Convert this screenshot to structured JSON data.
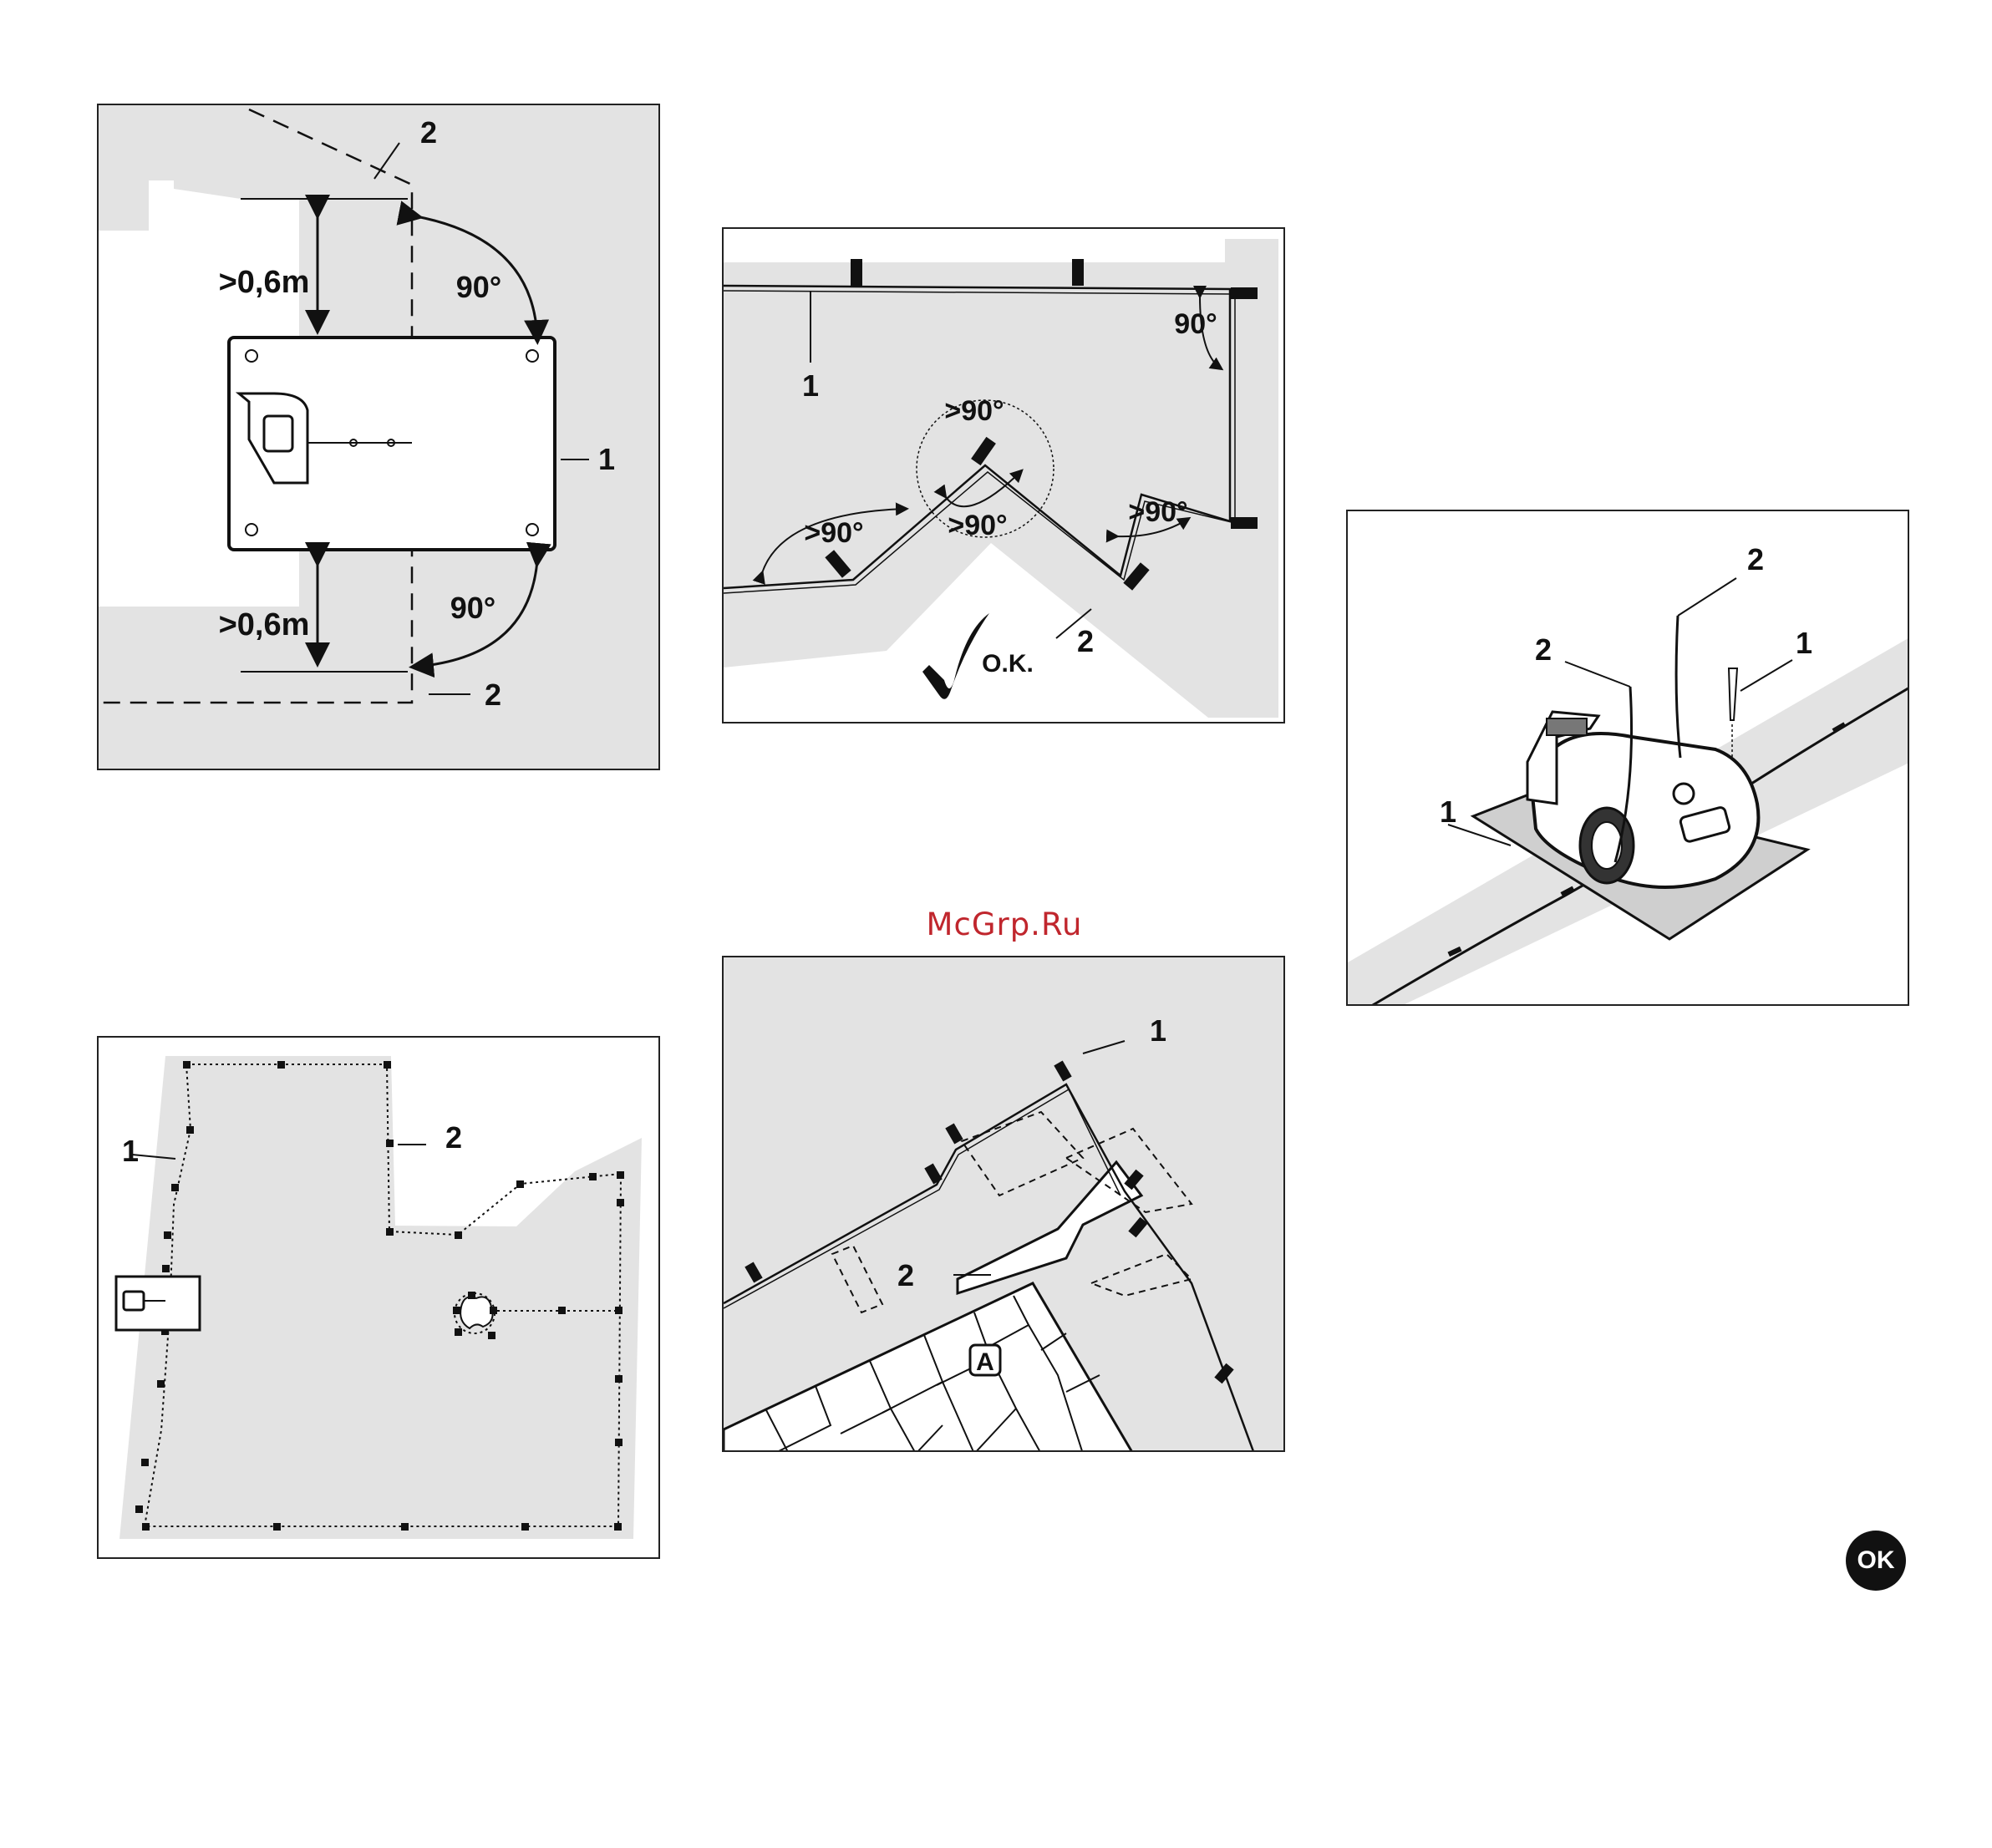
{
  "fig1": {
    "label_top": "2",
    "label_side": "1",
    "label_bottom": "2",
    "dist_top": ">0,6m",
    "dist_bottom": ">0,6m",
    "angle_top": "90°",
    "angle_bottom": "90°"
  },
  "fig2": {
    "label_1": "1",
    "label_2": "2",
    "angle_corner": "90°",
    "angle_a": ">90°",
    "angle_b": ">90°",
    "angle_c": ">90°",
    "angle_d": ">90°",
    "ok_text": "O.K."
  },
  "fig3": {
    "label_2_left": "2",
    "label_2_right": "2",
    "label_1_left": "1",
    "label_1_right": "1"
  },
  "fig4": {
    "label_1": "1",
    "label_2": "2"
  },
  "fig5": {
    "label_1": "1",
    "label_2": "2",
    "label_A": "A"
  },
  "watermark": "McGrp.Ru",
  "badge": "OK"
}
